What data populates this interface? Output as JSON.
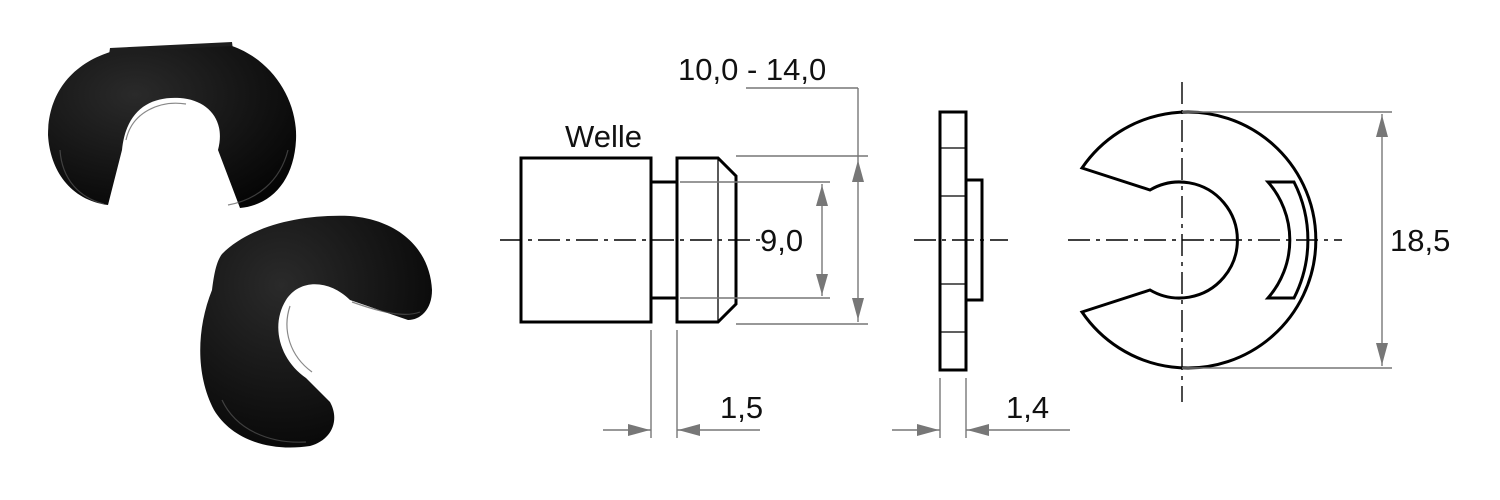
{
  "labels": {
    "shaft": "Welle"
  },
  "dimensions": {
    "shaft_length_range": "10,0 - 14,0",
    "groove_diameter": "9,0",
    "groove_width": "1,5",
    "clip_thickness": "1,4",
    "clip_outer_diameter": "18,5"
  },
  "colors": {
    "line": "#000000",
    "dimension_line": "#777777",
    "part": "#0b0b0b"
  }
}
